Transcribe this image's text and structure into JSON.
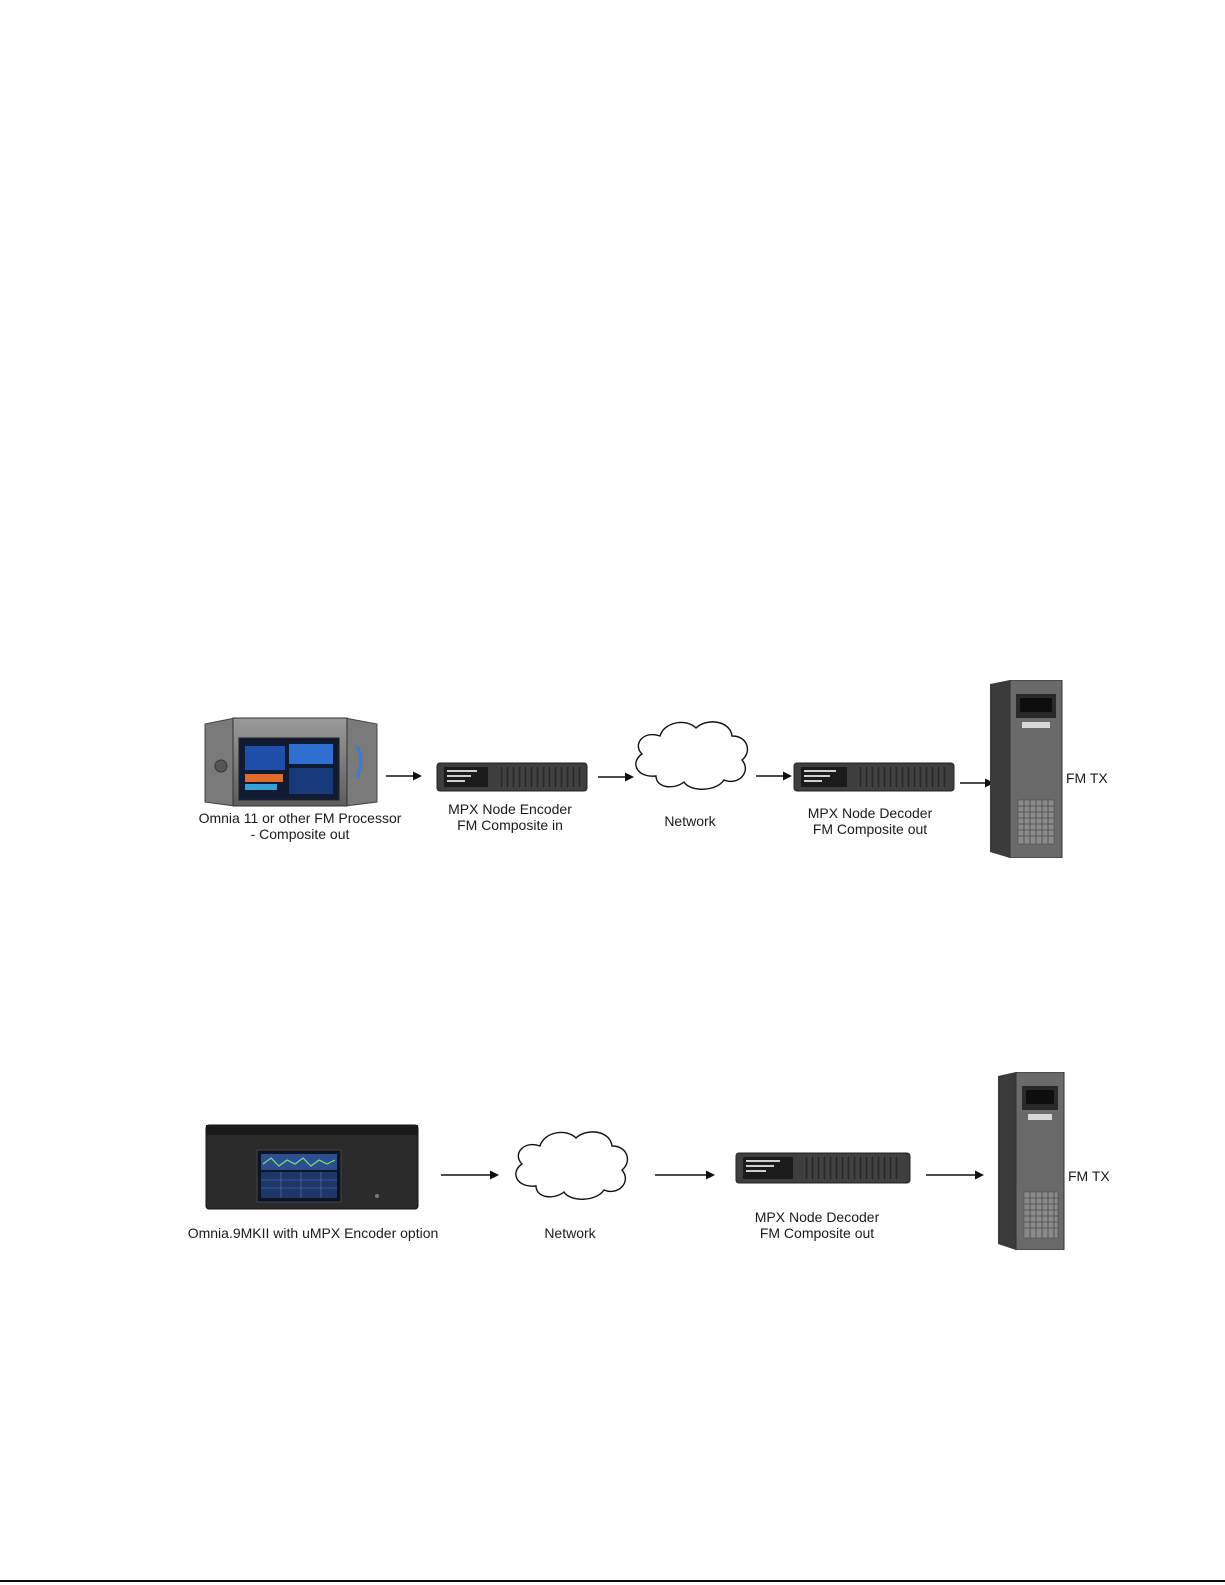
{
  "row1": {
    "processor_label_line1": "Omnia 11 or other FM Processor",
    "processor_label_line2": "- Composite out",
    "encoder_label_line1": "MPX Node Encoder",
    "encoder_label_line2": "FM Composite in",
    "network_label": "Network",
    "decoder_label_line1": "MPX Node Decoder",
    "decoder_label_line2": "FM Composite out",
    "tx_label": "FM TX"
  },
  "row2": {
    "processor_label": "Omnia.9MKII with uMPX Encoder option",
    "network_label": "Network",
    "decoder_label_line1": "MPX Node Decoder",
    "decoder_label_line2": "FM Composite out",
    "tx_label": "FM TX"
  },
  "colors": {
    "device_dark": "#3a3a3a",
    "device_mid": "#6b6b6b",
    "cabinet": "#5a5a5a",
    "screen_blue": "#1f4fa8"
  }
}
